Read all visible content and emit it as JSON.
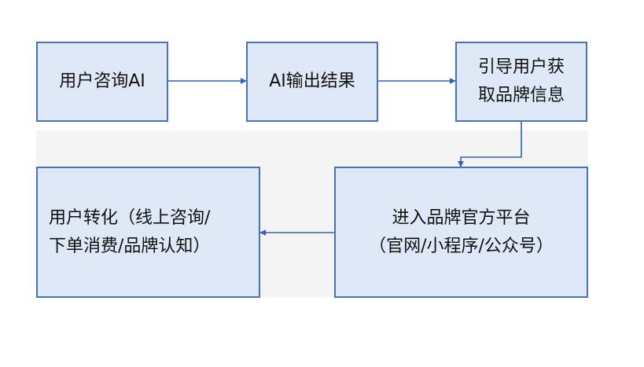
{
  "flowchart": {
    "nodes": [
      {
        "id": "n1",
        "lines": [
          "用户咨询AI"
        ]
      },
      {
        "id": "n2",
        "lines": [
          "AI输出结果"
        ]
      },
      {
        "id": "n3",
        "lines": [
          "引导用户获",
          "取品牌信息"
        ]
      },
      {
        "id": "n4",
        "lines": [
          "进入品牌官方平台",
          "（官网/小程序/公众号）"
        ]
      },
      {
        "id": "n5",
        "lines": [
          "用户转化（线上咨询/",
          "下单消费/品牌认知）"
        ]
      }
    ],
    "edges": [
      {
        "from": "n1",
        "to": "n2"
      },
      {
        "from": "n2",
        "to": "n3"
      },
      {
        "from": "n3",
        "to": "n4"
      },
      {
        "from": "n4",
        "to": "n5"
      }
    ]
  },
  "colors": {
    "box_fill": "#dfe8f7",
    "box_border": "#4a72b8",
    "arrow": "#2e64b3",
    "text": "#111111",
    "panel": "#f4f4f4"
  }
}
